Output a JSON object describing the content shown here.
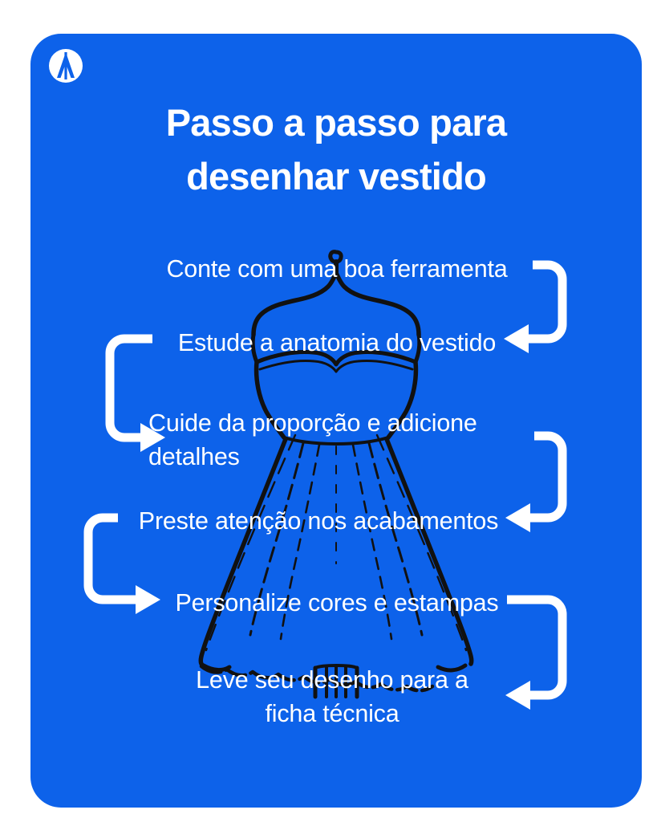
{
  "brand": {
    "logo_icon": "brand-a-circle-icon",
    "logo_color": "#ffffff",
    "accent_color": "#0d62ea"
  },
  "card": {
    "background_color": "#0d62ea",
    "text_color": "#ffffff"
  },
  "header": {
    "title_line_1": "Passo a passo para",
    "title_line_2": "desenhar vestido"
  },
  "illustration": {
    "name": "dress-mannequin-sketch",
    "description": "Sketch of a ball gown on a dress form",
    "stroke_color": "#111111"
  },
  "steps": [
    {
      "id": 1,
      "text": "Conte com uma boa ferramenta"
    },
    {
      "id": 2,
      "text": "Estude a anatomia do vestido"
    },
    {
      "id": 3,
      "text": "Cuide da proporção e adicione\ndetalhes"
    },
    {
      "id": 4,
      "text": "Preste atenção nos acabamentos"
    },
    {
      "id": 5,
      "text": "Personalize cores e estampas"
    },
    {
      "id": 6,
      "text": "Leve seu desenho para a\nficha técnica"
    }
  ],
  "connectors": [
    {
      "id": "c1",
      "from_step": 1,
      "to_step": 2,
      "side": "right",
      "direction": "down-left",
      "color": "#ffffff"
    },
    {
      "id": "c2",
      "from_step": 2,
      "to_step": 3,
      "side": "left",
      "direction": "down-right",
      "color": "#ffffff"
    },
    {
      "id": "c3",
      "from_step": 3,
      "to_step": 4,
      "side": "right",
      "direction": "down-left",
      "color": "#ffffff"
    },
    {
      "id": "c4",
      "from_step": 4,
      "to_step": 5,
      "side": "left",
      "direction": "down-right",
      "color": "#ffffff"
    },
    {
      "id": "c5",
      "from_step": 5,
      "to_step": 6,
      "side": "right",
      "direction": "down-left",
      "color": "#ffffff"
    }
  ]
}
